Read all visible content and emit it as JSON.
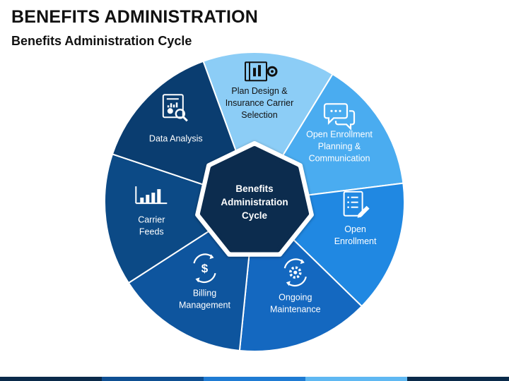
{
  "header": {
    "title": "BENEFITS ADMINISTRATION",
    "subtitle": "Benefits Administration Cycle"
  },
  "center": {
    "lines": [
      "Benefits",
      "Administration",
      "Cycle"
    ],
    "color": "#0c2c4e"
  },
  "segments": [
    {
      "lines": [
        "Plan Design &",
        "Insurance Carrier",
        "Selection"
      ],
      "icon": "blueprint-gear-icon",
      "color": "#8ccdf6",
      "text_color": "#111111"
    },
    {
      "lines": [
        "Open Enrollment",
        "Planning &",
        "Communication"
      ],
      "icon": "chat-bubbles-icon",
      "color": "#4aacf0",
      "text_color": "#ffffff"
    },
    {
      "lines": [
        "Open",
        "Enrollment"
      ],
      "icon": "form-pen-icon",
      "color": "#2088e2",
      "text_color": "#ffffff"
    },
    {
      "lines": [
        "Ongoing",
        "Maintenance"
      ],
      "icon": "gear-cycle-icon",
      "color": "#1468c0",
      "text_color": "#ffffff"
    },
    {
      "lines": [
        "Billing",
        "Management"
      ],
      "icon": "dollar-cycle-icon",
      "color": "#0e559e",
      "text_color": "#ffffff"
    },
    {
      "lines": [
        "Carrier",
        "Feeds"
      ],
      "icon": "bar-chart-icon",
      "color": "#0c4a86",
      "text_color": "#ffffff"
    },
    {
      "lines": [
        "Data Analysis"
      ],
      "icon": "report-magnifier-icon",
      "color": "#0a3d70",
      "text_color": "#ffffff"
    }
  ],
  "footer_colors": [
    "#0a2a4a",
    "#0e4f92",
    "#1f7bd3",
    "#5fb8f2",
    "#0a2a4a"
  ]
}
